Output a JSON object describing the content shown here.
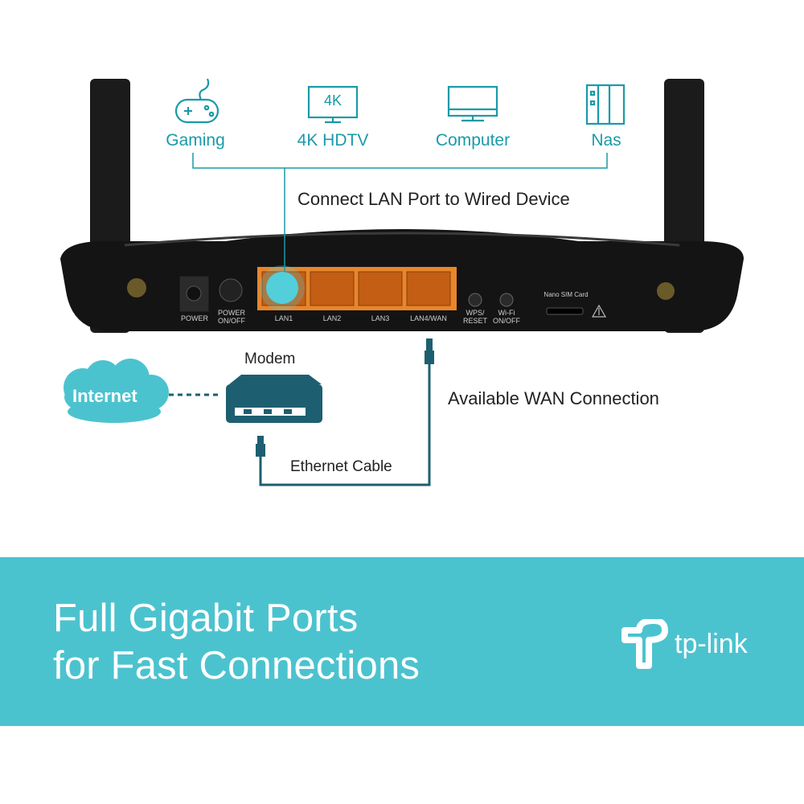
{
  "devices": [
    {
      "icon": "gamepad-icon",
      "label": "Gaming"
    },
    {
      "icon": "tv-4k-icon",
      "label": "4K HDTV",
      "screen_text": "4K"
    },
    {
      "icon": "computer-monitor-icon",
      "label": "Computer"
    },
    {
      "icon": "nas-icon",
      "label": "Nas"
    }
  ],
  "captions": {
    "lan": "Connect LAN Port to Wired Device",
    "wan": "Available WAN Connection",
    "modem": "Modem",
    "cable": "Ethernet Cable",
    "internet": "Internet"
  },
  "router_panel": {
    "power": "POWER",
    "power_switch": "POWER ON/OFF",
    "ports": [
      "LAN1",
      "LAN2",
      "LAN3",
      "LAN4/WAN"
    ],
    "wps": "WPS/ RESET",
    "wifi": "Wi-Fi ON/OFF",
    "sim": "Nano SIM Card"
  },
  "banner": {
    "line1": "Full Gigabit Ports",
    "line2": "for Fast Connections",
    "brand": "tp-link"
  },
  "colors": {
    "accent": "#1a9aa8",
    "banner": "#4bc3cf",
    "port_orange": "#e8862c",
    "cable": "#1d5f70"
  }
}
